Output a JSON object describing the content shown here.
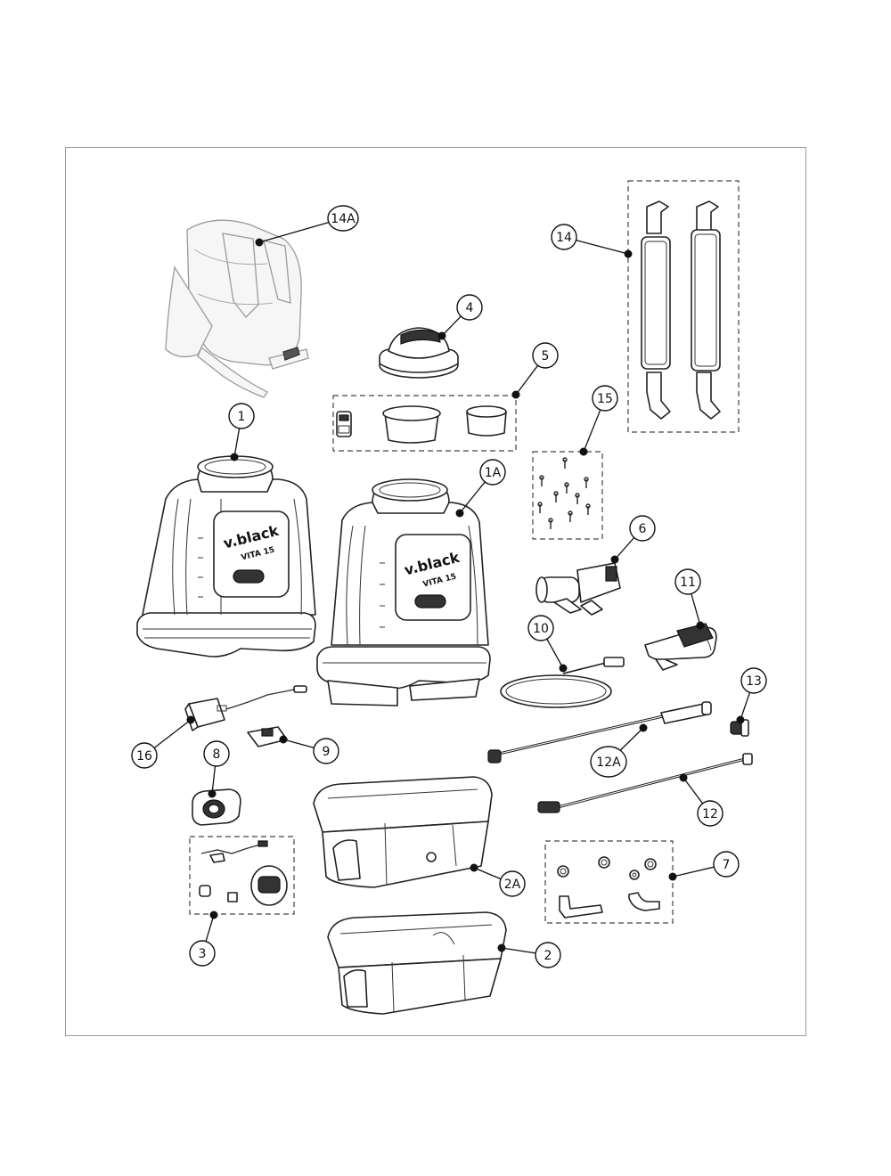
{
  "diagram": {
    "brand": {
      "name": "v.black",
      "model": "VITA 15"
    },
    "callouts": [
      {
        "id": "c-14A",
        "label": "14A"
      },
      {
        "id": "c-14",
        "label": "14"
      },
      {
        "id": "c-4",
        "label": "4"
      },
      {
        "id": "c-5",
        "label": "5"
      },
      {
        "id": "c-15",
        "label": "15"
      },
      {
        "id": "c-1",
        "label": "1"
      },
      {
        "id": "c-1A",
        "label": "1A"
      },
      {
        "id": "c-6",
        "label": "6"
      },
      {
        "id": "c-11",
        "label": "11"
      },
      {
        "id": "c-10",
        "label": "10"
      },
      {
        "id": "c-13",
        "label": "13"
      },
      {
        "id": "c-16",
        "label": "16"
      },
      {
        "id": "c-9",
        "label": "9"
      },
      {
        "id": "c-12A",
        "label": "12A"
      },
      {
        "id": "c-8",
        "label": "8"
      },
      {
        "id": "c-12",
        "label": "12"
      },
      {
        "id": "c-2A",
        "label": "2A"
      },
      {
        "id": "c-7",
        "label": "7"
      },
      {
        "id": "c-3",
        "label": "3"
      },
      {
        "id": "c-2",
        "label": "2"
      }
    ]
  }
}
